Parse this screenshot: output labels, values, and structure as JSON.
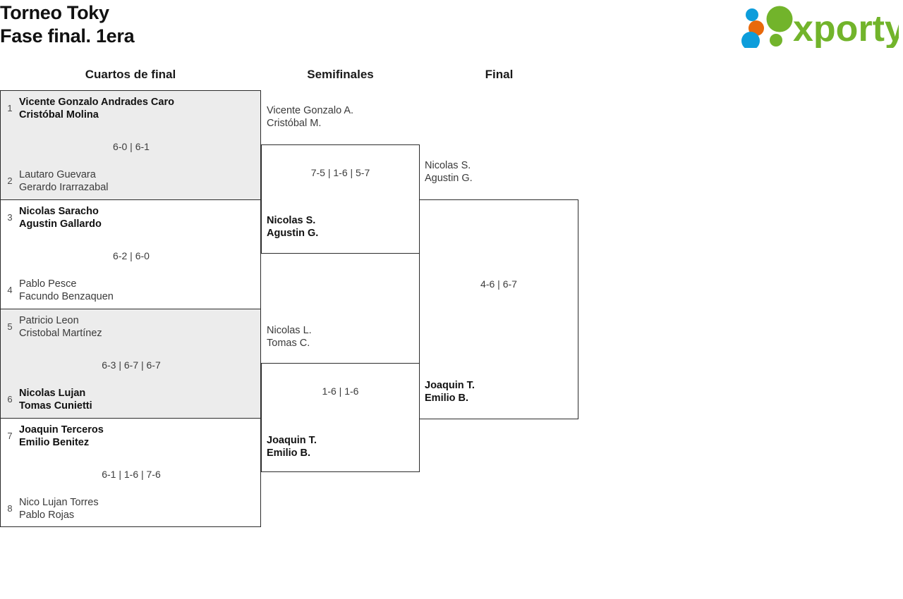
{
  "header": {
    "title_line1": "Torneo Toky",
    "title_line2": "Fase final. 1era",
    "logo_text": "xporty",
    "logo_colors": {
      "green": "#72b42b",
      "orange": "#e8690b",
      "blue": "#0d9ddb"
    }
  },
  "columns": [
    {
      "label": "Cuartos de final"
    },
    {
      "label": "Semifinales"
    },
    {
      "label": "Final"
    }
  ],
  "rounds": {
    "quarterfinals": [
      {
        "shaded": true,
        "score": "6-0 | 6-1",
        "top": {
          "seed": "1",
          "player1": "Vicente Gonzalo Andrades Caro",
          "player2": "Cristóbal Molina",
          "winner": true
        },
        "bottom": {
          "seed": "2",
          "player1": "Lautaro Guevara",
          "player2": "Gerardo Irarrazabal",
          "winner": false
        }
      },
      {
        "shaded": false,
        "score": "6-2 | 6-0",
        "top": {
          "seed": "3",
          "player1": "Nicolas Saracho",
          "player2": "Agustin Gallardo",
          "winner": true
        },
        "bottom": {
          "seed": "4",
          "player1": "Pablo Pesce",
          "player2": "Facundo Benzaquen",
          "winner": false
        }
      },
      {
        "shaded": true,
        "score": "6-3 | 6-7 | 6-7",
        "top": {
          "seed": "5",
          "player1": "Patricio Leon",
          "player2": "Cristobal Martínez",
          "winner": false
        },
        "bottom": {
          "seed": "6",
          "player1": "Nicolas Lujan",
          "player2": "Tomas Cunietti",
          "winner": true
        }
      },
      {
        "shaded": false,
        "score": "6-1 | 1-6 | 7-6",
        "top": {
          "seed": "7",
          "player1": "Joaquin Terceros",
          "player2": "Emilio Benitez",
          "winner": true
        },
        "bottom": {
          "seed": "8",
          "player1": "Nico Lujan Torres",
          "player2": "Pablo Rojas",
          "winner": false
        }
      }
    ],
    "semifinals": [
      {
        "score": "7-5 | 1-6 | 5-7",
        "top": {
          "player1": "Vicente Gonzalo A.",
          "player2": "Cristóbal M.",
          "winner": false
        },
        "bottom": {
          "player1": "Nicolas S.",
          "player2": "Agustin G.",
          "winner": true
        }
      },
      {
        "score": "1-6 | 1-6",
        "top": {
          "player1": "Nicolas L.",
          "player2": "Tomas C.",
          "winner": false
        },
        "bottom": {
          "player1": "Joaquin T.",
          "player2": "Emilio B.",
          "winner": true
        }
      }
    ],
    "final": {
      "score": "4-6 | 6-7",
      "top": {
        "player1": "Nicolas S.",
        "player2": "Agustin G.",
        "winner": false
      },
      "bottom": {
        "player1": "Joaquin T.",
        "player2": "Emilio B.",
        "winner": true
      }
    }
  }
}
